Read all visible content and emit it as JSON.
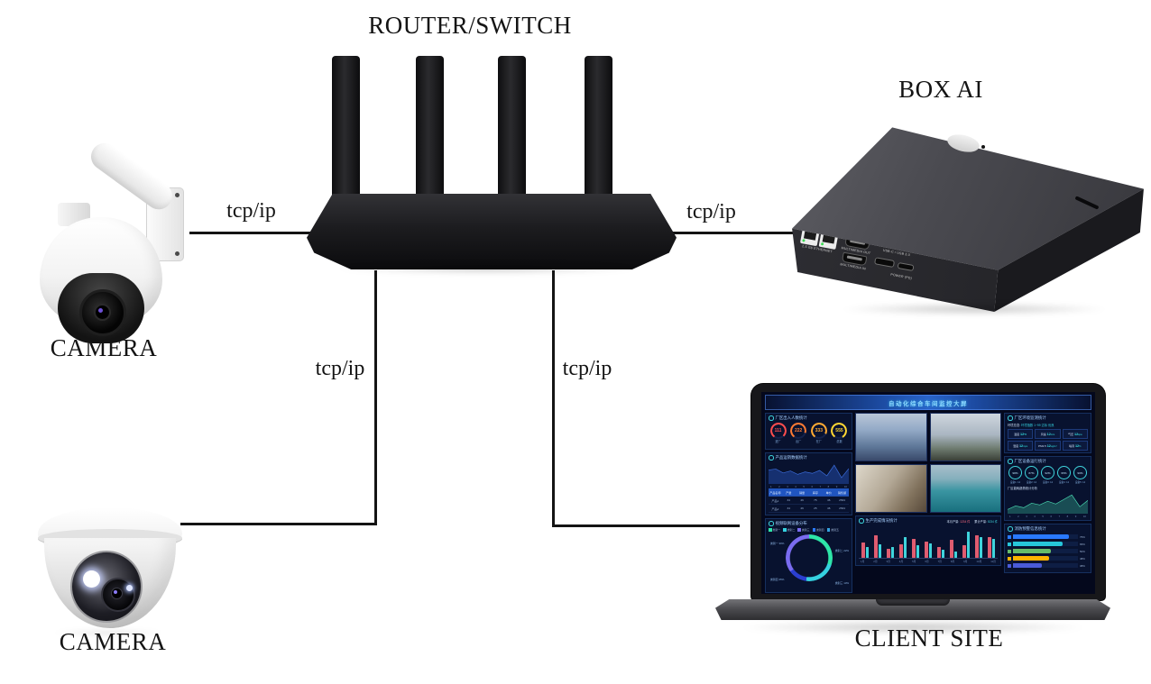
{
  "diagram": {
    "router_label": "ROUTER/SWITCH",
    "box_ai_label": "BOX AI",
    "camera_top_label": "CAMERA",
    "camera_bottom_label": "CAMERA",
    "client_label": "CLIENT SITE",
    "tcp_label": "tcp/ip"
  },
  "box_ai": {
    "ethernet_label": "2.5 Gb ETHERNET",
    "multimedia_out_label": "MULTIMEDIA OUT",
    "multimedia_in_label": "MULTIMEDIA IN",
    "displayport_label_1": "▾ DISPLAYPORT OVER",
    "displayport_label_2": "USB-C / USB 3.0",
    "power_label": "POWER (PD)"
  },
  "dashboard": {
    "title": "自动化综合车间监控大屏",
    "videos": [
      {
        "name": "video-feed-plant"
      },
      {
        "name": "video-feed-street"
      },
      {
        "name": "video-feed-ceiling"
      },
      {
        "name": "video-feed-ship"
      }
    ],
    "panels": {
      "people": {
        "header": "厂区出入人数统计",
        "gauges": [
          {
            "value": "111",
            "label": "进厂",
            "color": "#ff4d4d",
            "pct": 78
          },
          {
            "value": "222",
            "label": "出厂",
            "color": "#ff7a33",
            "pct": 70
          },
          {
            "value": "333",
            "label": "在厂",
            "color": "#ffaa33",
            "pct": 72
          },
          {
            "value": "555",
            "label": "总数",
            "color": "#ffd633",
            "pct": 82
          }
        ]
      },
      "product": {
        "header": "产品运销数据统计",
        "area": {
          "values": [
            26,
            28,
            20,
            24,
            17,
            22,
            19,
            25,
            14,
            36,
            10,
            29
          ],
          "color": "#3a6bd8",
          "fill": "rgba(46,96,210,0.4)"
        },
        "xlabels": [
          "1",
          "2",
          "3",
          "4",
          "5",
          "6",
          "7",
          "8",
          "9",
          "10"
        ],
        "table": {
          "columns": [
            "产品名称",
            "产量",
            "销量",
            "库存",
            "单价",
            "销售额"
          ],
          "rows": [
            [
              "产品1",
              "34",
              "46",
              "75",
              "46",
              "2534"
            ],
            [
              "产品2",
              "34",
              "46",
              "25",
              "46",
              "2534"
            ]
          ]
        }
      },
      "devices": {
        "header": "视频联网设备分布",
        "legend": [
          {
            "label": "类别一",
            "color": "#2ee6a8"
          },
          {
            "label": "类别二",
            "color": "#35d1e0"
          },
          {
            "label": "类别三",
            "color": "#7a6cf0"
          },
          {
            "label": "类别四",
            "color": "#2979ff"
          },
          {
            "label": "类别五",
            "color": "#35a2e0"
          }
        ],
        "donut": {
          "slices": [
            {
              "color": "#2ee6a8",
              "pct": 30,
              "label": "类别一 30%"
            },
            {
              "color": "#35d1e0",
              "pct": 22,
              "label": "类别二 22%"
            },
            {
              "color": "#2b3fd0",
              "pct": 13,
              "label": "类别三 13%"
            },
            {
              "color": "#7a6cf0",
              "pct": 35,
              "label": "类别四 35%"
            }
          ]
        }
      },
      "production": {
        "header": "生产完成情况统计",
        "stat1_label": "本月产量:",
        "stat1_value": "1234 件",
        "stat2_label": "累计产量:",
        "stat2_value": "5234 件",
        "groups": {
          "red": [
            50,
            75,
            30,
            45,
            62,
            52,
            35,
            58,
            40,
            75,
            68
          ],
          "cyan": [
            35,
            45,
            35,
            68,
            40,
            46,
            28,
            22,
            85,
            68,
            62
          ],
          "red_color": "#e05c70",
          "cyan_color": "#3fd4dc"
        },
        "xlabels": [
          "1月",
          "2月",
          "3月",
          "4月",
          "5月",
          "6月",
          "7月",
          "8月",
          "9月",
          "10月",
          "11月"
        ]
      },
      "environment": {
        "header": "厂区环境监测统计",
        "subline_label": "环境总览:",
        "subline_value": "环境指数 1~99 达标 优良",
        "stats": [
          {
            "label": "温度",
            "value": "12",
            "unit": "℃"
          },
          {
            "label": "风速",
            "value": "12",
            "unit": "m/s"
          },
          {
            "label": "气压",
            "value": "12",
            "unit": "kpa"
          },
          {
            "label": "湿度",
            "value": "12",
            "unit": "mps"
          },
          {
            "label": "PM2.5",
            "value": "12",
            "unit": "ug/m³"
          },
          {
            "label": "噪音",
            "value": "12",
            "unit": "%"
          }
        ]
      },
      "equipment": {
        "header": "厂区设备运行统计",
        "circles": [
          {
            "value": "98%",
            "label": "设备1: 12"
          },
          {
            "value": "87%",
            "label": "设备2: 12"
          },
          {
            "value": "92%",
            "label": "设备3: 12"
          },
          {
            "value": "95%",
            "label": "设备4: 12"
          },
          {
            "value": "90%",
            "label": "设备5: 12"
          }
        ],
        "trend_header": "厂区能耗趋势统计分析",
        "area": {
          "values": [
            6,
            14,
            10,
            20,
            16,
            24,
            18,
            28,
            38,
            12,
            26
          ],
          "color": "#49d6b0",
          "fill": "rgba(46,150,130,0.45)"
        },
        "xlabels": [
          "1",
          "2",
          "3",
          "4",
          "5",
          "6",
          "7",
          "8",
          "9",
          "10"
        ]
      },
      "alarms": {
        "header": "消防预警信息统计",
        "bars": [
          {
            "label": "预警1",
            "color": "#2979ff",
            "width": 86,
            "value": "75%"
          },
          {
            "label": "预警2",
            "color": "#26c6da",
            "width": 76,
            "value": "65%"
          },
          {
            "label": "预警3",
            "color": "#66bb6a",
            "width": 58,
            "value": "50%"
          },
          {
            "label": "预警4",
            "color": "#ffb300",
            "width": 56,
            "value": "48%"
          },
          {
            "label": "预警5",
            "color": "#4a5bd8",
            "width": 44,
            "value": "38%"
          }
        ]
      }
    }
  }
}
